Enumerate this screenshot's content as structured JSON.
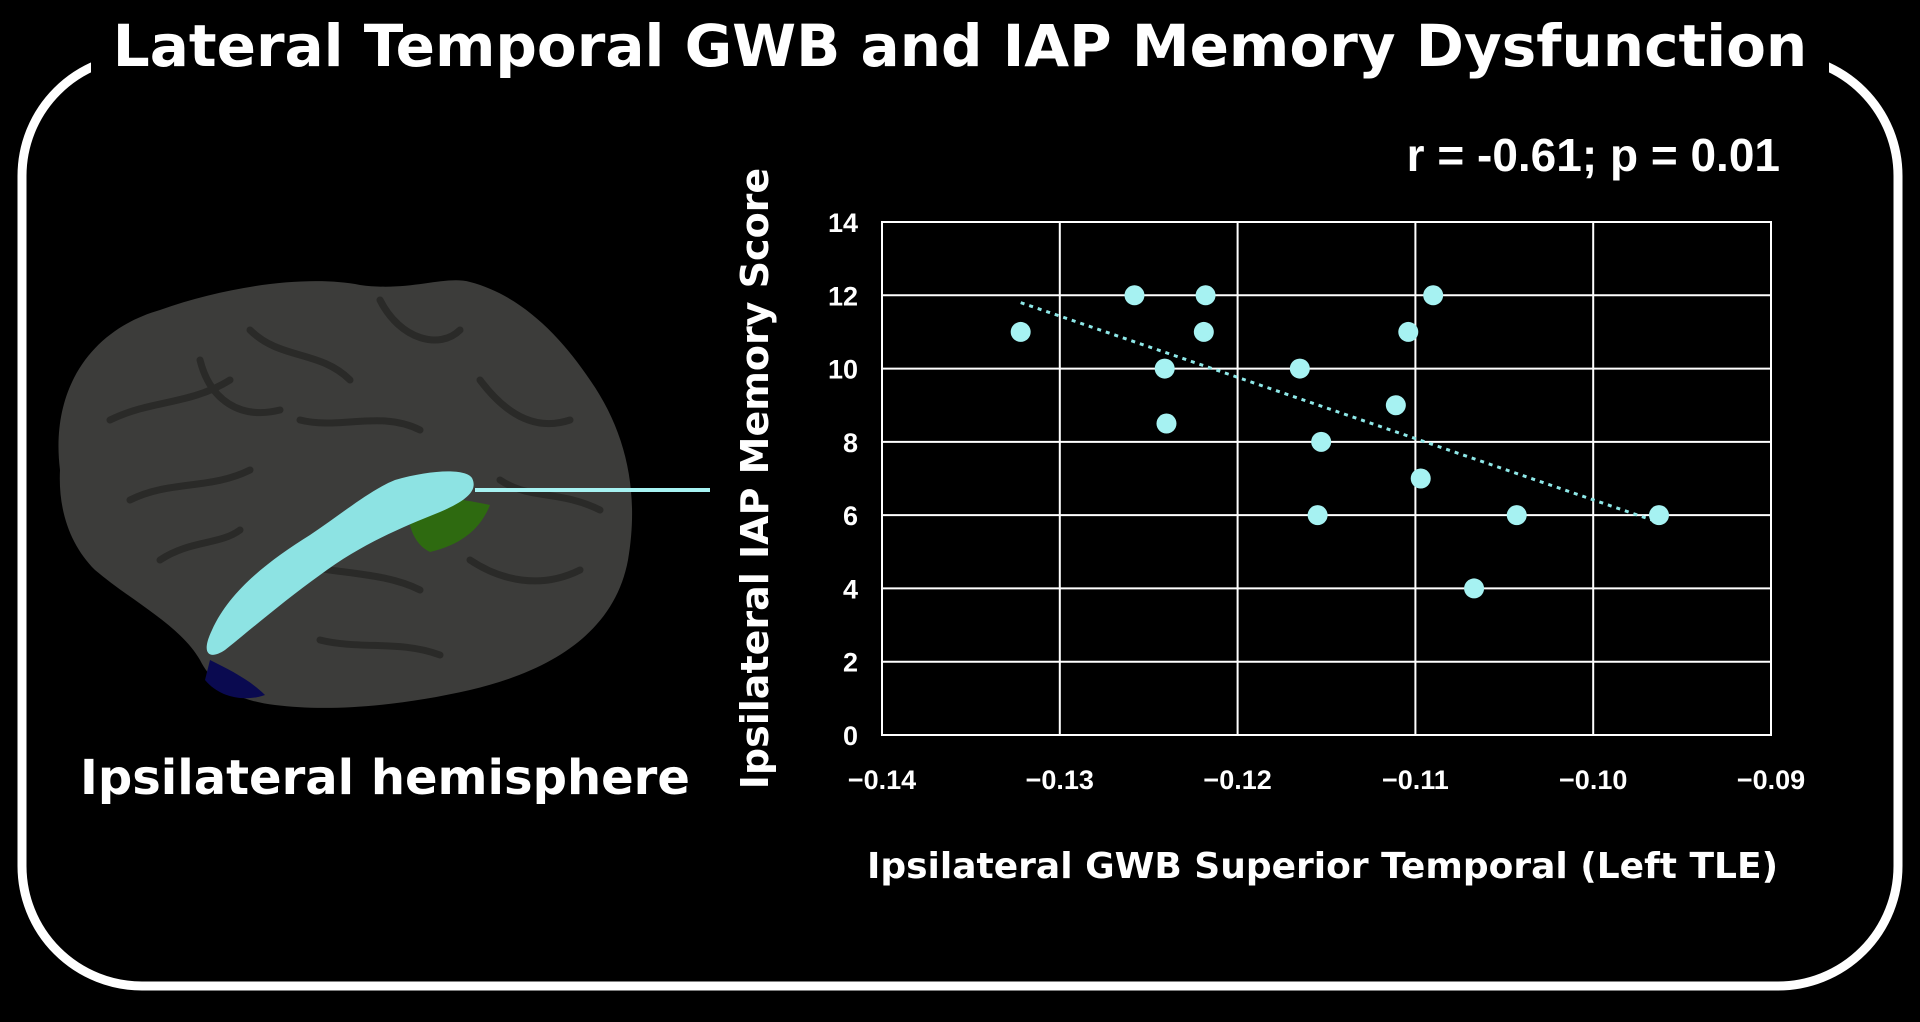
{
  "figure": {
    "title": "Lateral Temporal GWB and IAP Memory Dysfunction",
    "stats_text": "r = -0.61; p = 0.01",
    "brain_label": "Ipsilateral hemisphere"
  },
  "colors": {
    "background": "#000000",
    "frame": "#ffffff",
    "points": "#a6f2f2",
    "trendline": "#8ee8e8",
    "highlight_region": "#8de3e3",
    "brain_surface": "#3c3c3a",
    "secondary_region": "#2e6a10"
  },
  "chart_data": {
    "type": "scatter",
    "title": "r = -0.61; p = 0.01",
    "xlabel": "Ipsilateral GWB Superior Temporal (Left TLE)",
    "ylabel": "Ipsilateral IAP Memory Score",
    "xlim": [
      -0.14,
      -0.09
    ],
    "ylim": [
      0,
      14
    ],
    "xticks": [
      -0.14,
      -0.13,
      -0.12,
      -0.11,
      -0.1,
      -0.09
    ],
    "xtick_labels": [
      "−0.14",
      "−0.13",
      "−0.12",
      "−0.11",
      "−0.10",
      "−0.09"
    ],
    "yticks": [
      0,
      2,
      4,
      6,
      8,
      10,
      12,
      14
    ],
    "grid": true,
    "legend": "none",
    "points": [
      {
        "x": -0.1322,
        "y": 11
      },
      {
        "x": -0.1258,
        "y": 12
      },
      {
        "x": -0.1218,
        "y": 12
      },
      {
        "x": -0.1219,
        "y": 11
      },
      {
        "x": -0.1241,
        "y": 10
      },
      {
        "x": -0.124,
        "y": 8.5
      },
      {
        "x": -0.1165,
        "y": 10
      },
      {
        "x": -0.1153,
        "y": 8
      },
      {
        "x": -0.1155,
        "y": 6
      },
      {
        "x": -0.1111,
        "y": 9
      },
      {
        "x": -0.1104,
        "y": 11
      },
      {
        "x": -0.109,
        "y": 12
      },
      {
        "x": -0.1097,
        "y": 7
      },
      {
        "x": -0.1067,
        "y": 4
      },
      {
        "x": -0.1043,
        "y": 6
      },
      {
        "x": -0.0963,
        "y": 6
      }
    ],
    "trendline": {
      "x": [
        -0.1322,
        -0.0963
      ],
      "y": [
        11.8,
        5.8
      ]
    }
  }
}
